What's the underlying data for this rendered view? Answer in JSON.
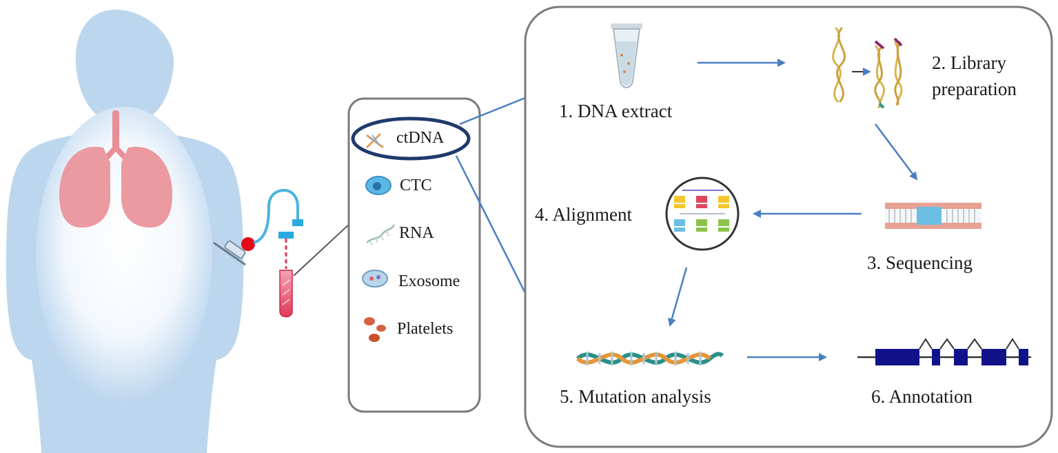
{
  "biomarkers": {
    "ctdna": "ctDNA",
    "ctc": "CTC",
    "rna": "RNA",
    "exosome": "Exosome",
    "platelets": "Platelets"
  },
  "steps": {
    "dna_extract": "1. DNA extract",
    "library_line1": "2. Library",
    "library_line2": "preparation",
    "sequencing": "3. Sequencing",
    "alignment": "4. Alignment",
    "mutation": "5. Mutation analysis",
    "annotation": "6. Annotation"
  },
  "icons": {
    "body": "human-body-icon",
    "lungs": "lungs-icon",
    "syringe": "syringe-icon",
    "tube": "blood-tube-icon",
    "dna": "dna-helix-icon",
    "cell": "cell-icon",
    "rna": "rna-strand-icon",
    "exosome": "exosome-icon",
    "platelet": "platelet-icon",
    "eppendorf": "eppendorf-tube-icon",
    "fragments": "dna-fragments-icon",
    "flowcell": "sequencing-strand-icon",
    "alignment": "alignment-grid-icon",
    "mutation": "mutation-helix-icon",
    "gene": "gene-structure-icon"
  },
  "colors": {
    "body": "#bcd6ee",
    "lungs": "#eb9aa1",
    "arrow": "#4a7ec0",
    "frame": "#7a7a7a",
    "highlight": "#1f3a6b",
    "blood": "#e0395a",
    "exon": "#11128a"
  }
}
